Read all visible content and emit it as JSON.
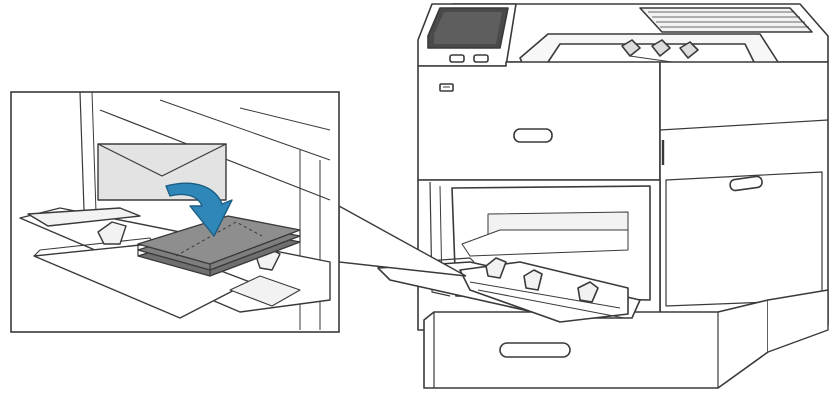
{
  "figure": {
    "subject": "printer-bypass-tray-envelope-loading",
    "colors": {
      "line": "#3a3a3a",
      "body": "#ffffff",
      "body_shade": "#f2f2f2",
      "panel_dark": "#4a4a4a",
      "envelope": "#e3e3e3",
      "envelope_stack": "#8e8e8e",
      "arrow": "#2f86b8",
      "arrow_outline": "#1c5e85"
    },
    "icons": {
      "direction_arrow": "curved-down-arrow",
      "stack": "envelope-stack"
    }
  }
}
